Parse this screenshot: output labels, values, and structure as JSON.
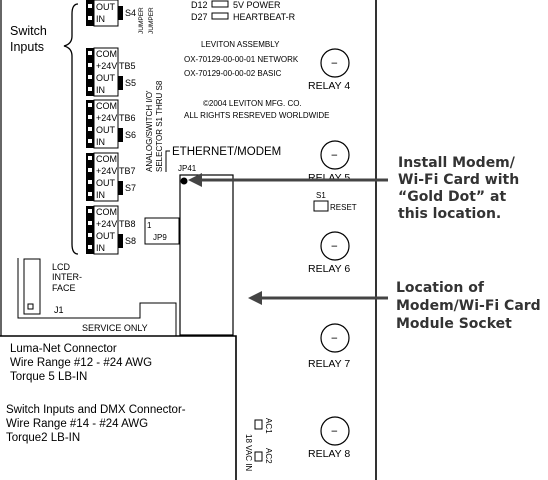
{
  "top_labels": {
    "jumper_1": "JUMPER",
    "jumper_2": "JUMPER",
    "d12": "D12",
    "d12_label": "5V POWER",
    "d27": "D27",
    "d27_label": "HEARTBEAT-R"
  },
  "switch_inputs": {
    "line1": "Switch",
    "line2": "Inputs"
  },
  "s4": {
    "out": "OUT",
    "in": "IN",
    "label": "S4"
  },
  "terminal_blocks": [
    {
      "tb": "TB5",
      "s": "S5",
      "pins": [
        "COM",
        "+24V",
        "OUT",
        "IN"
      ]
    },
    {
      "tb": "TB6",
      "s": "S6",
      "pins": [
        "COM",
        "+24V",
        "OUT",
        "IN"
      ]
    },
    {
      "tb": "TB7",
      "s": "S7",
      "pins": [
        "COM",
        "+24V",
        "OUT",
        "IN"
      ]
    },
    {
      "tb": "TB8",
      "s": "S8",
      "pins": [
        "COM",
        "+24V",
        "OUT",
        "IN"
      ]
    }
  ],
  "vertical_label": {
    "line1": "ANALOG/SWITCH I/O'",
    "line2": "SELECTOR S1 THRU S8"
  },
  "assembly": {
    "title": "LEVITON ASSEMBLY",
    "line1": "OX-70129-00-00-01 NETWORK",
    "line2": "OX-70129-00-00-02 BASIC",
    "copyright1": "©2004 LEVITON MFG. CO.",
    "copyright2": "ALL RIGHTS RESREVED WORLDWIDE"
  },
  "ethernet": {
    "label": "ETHERNET/MODEM",
    "jp41": "JP41"
  },
  "jp9": {
    "pin": "1",
    "label": "JP9"
  },
  "s1": {
    "label": "S1",
    "reset": "RESET"
  },
  "relays": [
    "RELAY 4",
    "RELAY 5",
    "RELAY 6",
    "RELAY 7",
    "RELAY 8"
  ],
  "relay_symbol": "−",
  "lcd": {
    "line1": "LCD",
    "line2": "INTER-",
    "line3": "FACE",
    "j1": "J1"
  },
  "service_only": "SERVICE ONLY",
  "luma_net": {
    "line1": "Luma-Net Connector",
    "line2": "Wire Range  #12 - #24 AWG",
    "line3": "Torque 5 LB-IN"
  },
  "switch_dmx": {
    "line1": "Switch Inputs and DMX Connector-",
    "line2": "Wire Range #14 - #24 AWG",
    "line3": "Torque2 LB-IN"
  },
  "vac": {
    "label1": "18 VAC IN",
    "ac1": "AC1",
    "ac2": "AC2"
  },
  "callout1": {
    "line1": "Install Modem/",
    "line2": "Wi-Fi Card with",
    "line3": "“Gold Dot” at",
    "line4": "this location."
  },
  "callout2": {
    "line1": "Location of",
    "line2": "Modem/Wi-Fi Card",
    "line3": "Module Socket"
  }
}
